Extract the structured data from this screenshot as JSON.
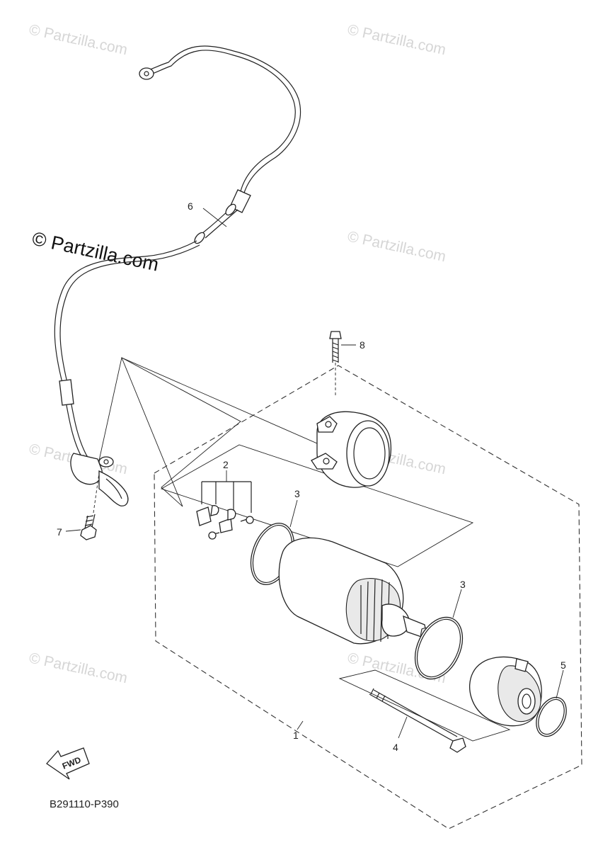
{
  "watermarks": {
    "light": "© Partzilla.com",
    "dark": "© Partzilla.com"
  },
  "callouts": [
    "1",
    "2",
    "3",
    "3",
    "4",
    "5",
    "6",
    "7",
    "8"
  ],
  "fwd_label": "FWD",
  "diagram_code": "B291110-P390"
}
